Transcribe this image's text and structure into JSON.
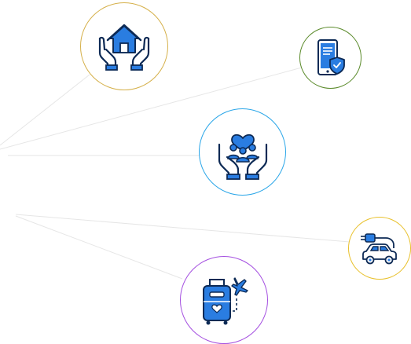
{
  "theme": {
    "icon_blue": "#2a7de1",
    "icon_outline": "#0d2a55",
    "line_color": "#e6e6e6"
  },
  "bubbles": [
    {
      "id": "b-home",
      "name": "home-insurance-bubble",
      "icon": "house-in-hands-icon",
      "border_color": "#d5b04a"
    },
    {
      "id": "b-phone",
      "name": "device-protection-bubble",
      "icon": "phone-shield-icon",
      "border_color": "#5a8a2a"
    },
    {
      "id": "b-family",
      "name": "family-care-bubble",
      "icon": "family-heart-hands-icon",
      "border_color": "#2aa6e8"
    },
    {
      "id": "b-ev",
      "name": "electric-car-bubble",
      "icon": "electric-car-plug-icon",
      "border_color": "#e8c02a"
    },
    {
      "id": "b-travel",
      "name": "travel-insurance-bubble",
      "icon": "suitcase-plane-icon",
      "border_color": "#a44fe0"
    }
  ]
}
